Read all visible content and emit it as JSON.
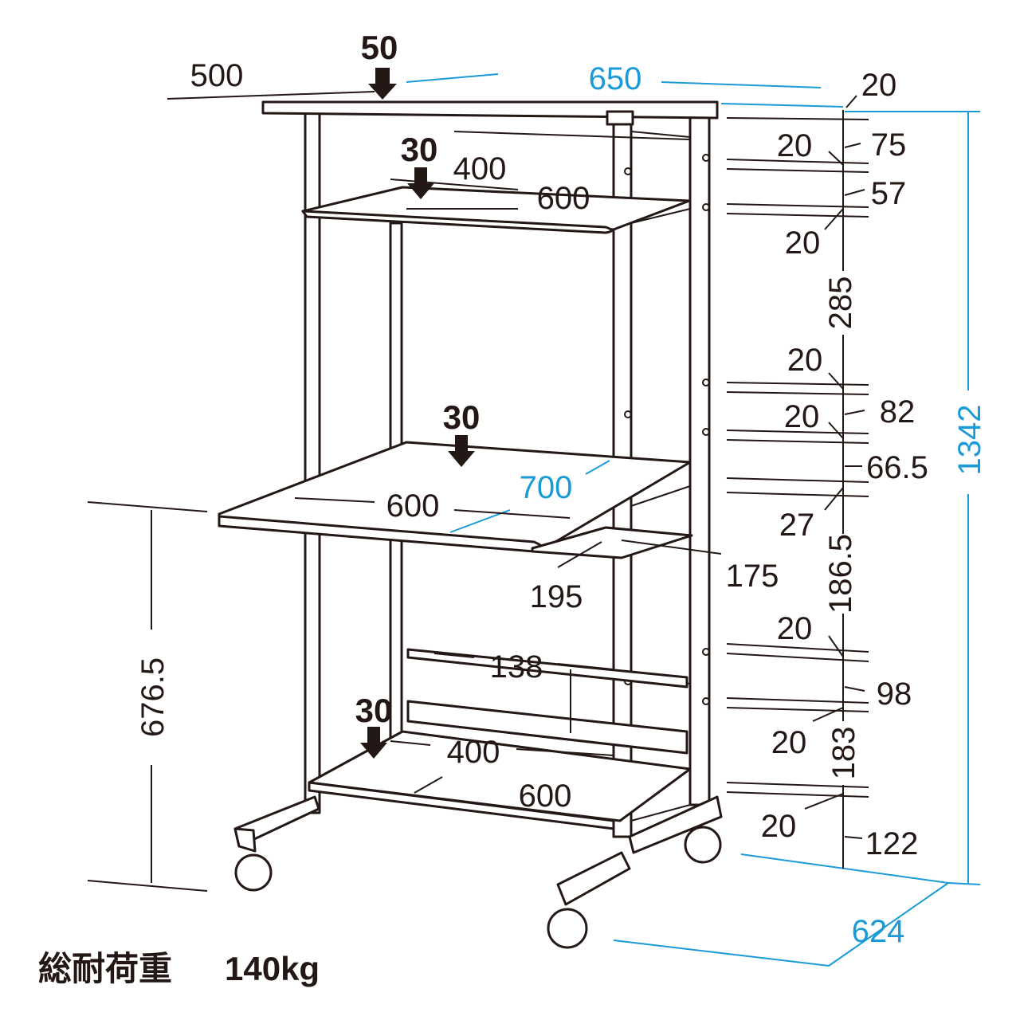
{
  "loads": {
    "top": "50",
    "upper_shelf": "30",
    "middle_shelf": "30",
    "bottom_shelf": "30"
  },
  "depths": {
    "top": "500",
    "upper_shelf": "400",
    "bottom_shelf": "400"
  },
  "widths": {
    "top": "650",
    "upper_shelf": "600",
    "middle_shelf": "600",
    "middle_shelf_depth": "700",
    "bottom_shelf": "600",
    "base_width": "624"
  },
  "keyboard_slide": {
    "width": "195",
    "depth": "175"
  },
  "bar": "138",
  "desk_height": "676.5",
  "total_height": "1342",
  "right_stack": [
    "20",
    "20",
    "75",
    "57",
    "20",
    "285",
    "20",
    "82",
    "20",
    "66.5",
    "27",
    "186.5",
    "20",
    "98",
    "20",
    "183",
    "20",
    "122"
  ],
  "footer": {
    "label": "総耐荷重",
    "value": "140kg"
  },
  "colors": {
    "line": "#231815",
    "dimension_accent": "#1a9bd7"
  }
}
